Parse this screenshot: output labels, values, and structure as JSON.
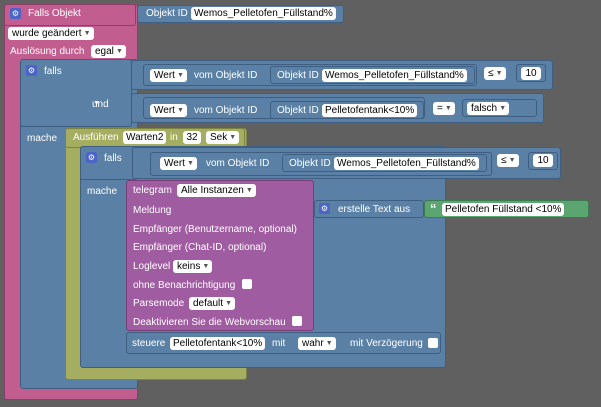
{
  "trigger": {
    "title": "Falls Objekt",
    "object_label": "Objekt ID",
    "object_value": "Wemos_Pelletofen_Füllstand%",
    "changed": "wurde geändert",
    "trigger_label": "Auslösung durch",
    "trigger_value": "egal"
  },
  "outer_if": {
    "label": "falls",
    "do_label": "mache",
    "and_label": "und",
    "cond1": {
      "wert": "Wert",
      "vom": "vom Objekt ID",
      "obj": "Objekt ID",
      "value": "Wemos_Pelletofen_Füllstand%",
      "op": "≤",
      "num": "10"
    },
    "cond2": {
      "wert": "Wert",
      "vom": "vom Objekt ID",
      "obj": "Objekt ID",
      "value": "Pelletofentank<10%",
      "op": "=",
      "rhs": "falsch"
    }
  },
  "timeout": {
    "label": "Ausführen",
    "name": "Warten2",
    "in": "in",
    "value": "32",
    "unit": "Sek"
  },
  "inner_if": {
    "label": "falls",
    "do_label": "mache",
    "cond": {
      "wert": "Wert",
      "vom": "vom Objekt ID",
      "obj": "Objekt ID",
      "value": "Wemos_Pelletofen_Füllstand%",
      "op": "≤",
      "num": "10"
    }
  },
  "telegram": {
    "label": "telegram",
    "instance": "Alle Instanzen",
    "message": "Meldung",
    "recipient_name": "Empfänger (Benutzername, optional)",
    "recipient_chat": "Empfänger (Chat-ID, optional)",
    "loglevel": "Loglevel",
    "loglevel_value": "keins",
    "silent": "ohne Benachrichtigung",
    "parsemode": "Parsemode",
    "parsemode_value": "default",
    "disable_preview": "Deaktivieren Sie die Webvorschau"
  },
  "text_block": {
    "label": "erstelle Text aus",
    "text": "Pelletofen  Füllstand <10%"
  },
  "control": {
    "label": "steuere",
    "object": "Pelletofentank<10%",
    "with": "mit",
    "value": "wahr",
    "delay": "mit Verzögerung"
  },
  "icons": {
    "gear": "gear-icon",
    "dropdown": "dropdown-arrow-icon"
  },
  "colors": {
    "trigger": "#c15e8f",
    "logic": "#5a80a5",
    "timeout": "#a5ad60",
    "telegram": "#a05ca0",
    "text": "#5aa570",
    "background": "#606060"
  }
}
